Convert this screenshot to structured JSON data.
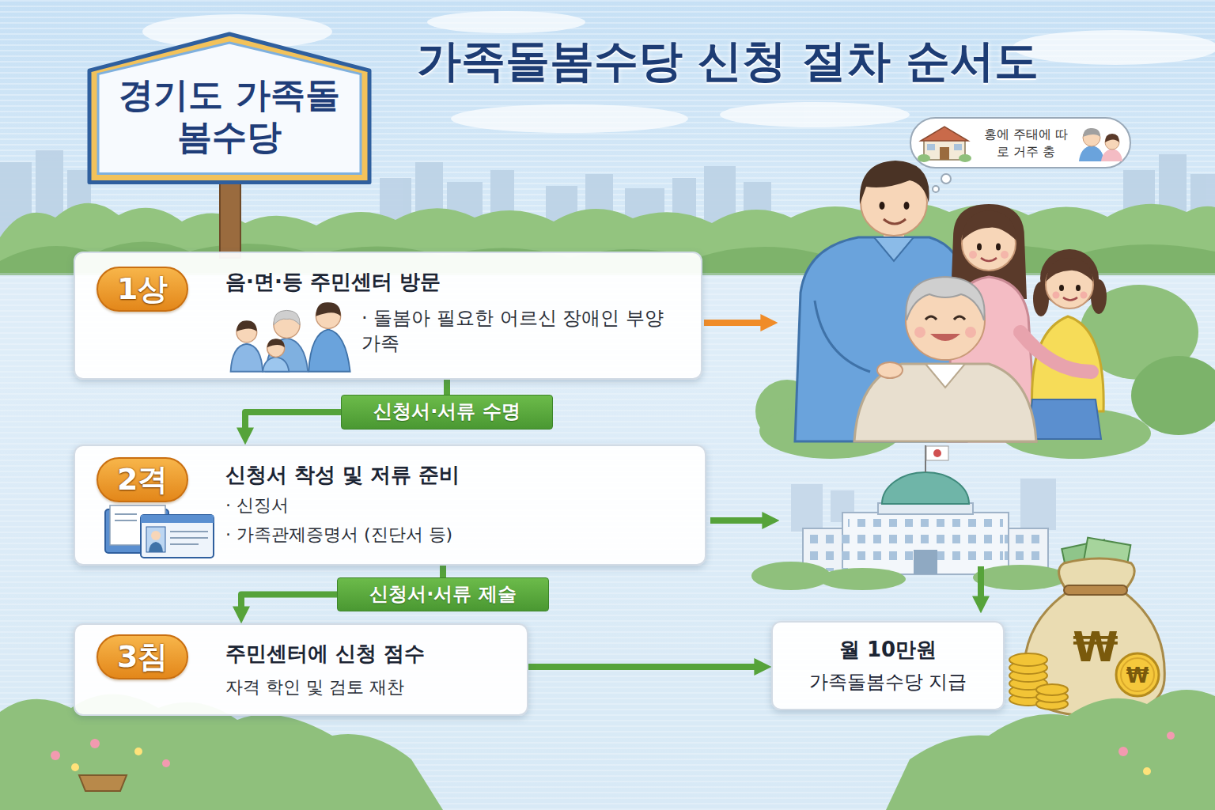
{
  "diagram": {
    "title": "가족돌봄수당 신청 절차 순서도",
    "nodes": [
      {
        "text": [
          "경기도 가족돌봄수당"
        ]
      },
      {
        "text": [
          "홍에 주태에 따로 거주 충"
        ]
      },
      {
        "text": [
          "음·면·등 주민센터 방문",
          "· 돌봄아 필요한 어르신 장애인 부양 가족"
        ]
      },
      {
        "text": [
          "1상"
        ],
        "in": 2
      },
      {
        "text": [
          "신청서 착성 및 저류 준비",
          "· 신징서",
          "· 가족관제증명서 (진단서 등)"
        ]
      },
      {
        "text": [
          "2격"
        ],
        "in": 4
      },
      {
        "text": [
          "주민센터에 신청 점수",
          "자격 학인 및 검토 재찬"
        ]
      },
      {
        "text": [
          "3침"
        ],
        "in": 6
      },
      {
        "text": [
          "월 10만원",
          "가족돌봄수당 지급"
        ]
      }
    ],
    "edges": [
      {
        "from": 2,
        "to": 4,
        "label": "신청서·서류 수명",
        "arrow": "to"
      },
      {
        "from": 4,
        "to": 6,
        "label": "신청서·서류 제술",
        "arrow": "to"
      },
      {
        "from": 6,
        "to": 8,
        "arrow": "to"
      }
    ],
    "labels": [
      "₩",
      "₩"
    ]
  }
}
